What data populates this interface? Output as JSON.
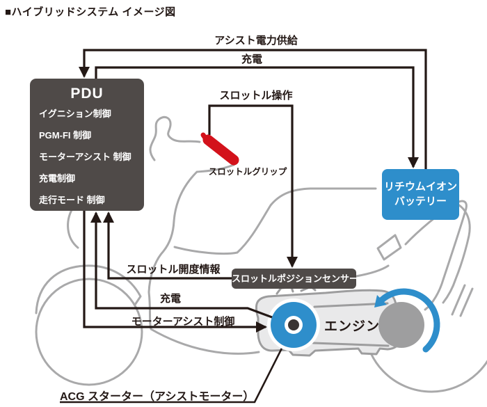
{
  "title": "■ハイブリッドシステム イメージ図",
  "colors": {
    "line": "#231815",
    "box_dark": "#4f4a48",
    "blue": "#2e8ecb",
    "red": "#d3121b",
    "body_gray": "#a9a9aa",
    "engine_fill": "#e9e9ea",
    "engine_stroke": "#9d9d9e",
    "pulley": "#9e9e9f"
  },
  "pdu": {
    "title": "PDU",
    "items": [
      "イグニション制御",
      "PGM-FI 制御",
      "モーターアシスト 制御",
      "充電制御",
      "走行モード 制御"
    ]
  },
  "battery": {
    "label_line1": "リチウムイオン",
    "label_line2": "バッテリー"
  },
  "sensor": {
    "label": "スロットルポジションセンサー"
  },
  "labels": {
    "assist_power": "アシスト電力供給",
    "charge_top": "充電",
    "throttle_operation": "スロットル操作",
    "throttle_grip": "スロットルグリップ",
    "throttle_opening_info": "スロットル開度情報",
    "charge_bottom": "充電",
    "motor_assist_control": "モーターアシスト制御",
    "engine": "エンジン",
    "acg_starter": "ACG スターター（アシストモーター）"
  }
}
